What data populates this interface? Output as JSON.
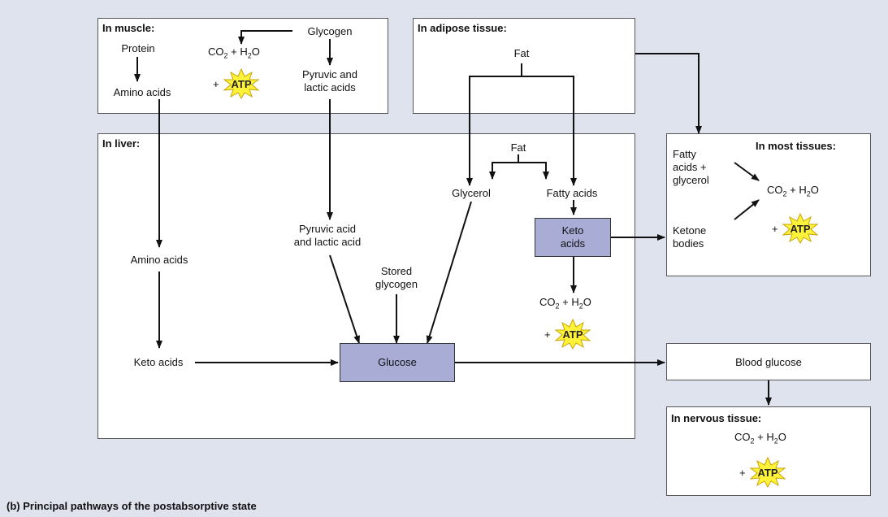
{
  "caption": "(b) Principal pathways of the postabsorptive state",
  "colors": {
    "background": "#dfe3ee",
    "box": "#ffffff",
    "process_box": "#a9add6",
    "atp_star": "#fff23a"
  },
  "muscle": {
    "title": "In muscle:",
    "protein": "Protein",
    "glycogen": "Glycogen",
    "amino_acids": "Amino acids",
    "pyruvic": "Pyruvic and\nlactic acids",
    "plus": "+",
    "atp": "ATP"
  },
  "adipose": {
    "title": "In adipose tissue:",
    "fat": "Fat"
  },
  "liver": {
    "title": "In liver:",
    "fat": "Fat",
    "glycerol": "Glycerol",
    "fatty_acids": "Fatty acids",
    "keto_box": "Keto\nacids",
    "pyruvic": "Pyruvic acid\nand lactic acid",
    "amino_acids": "Amino acids",
    "stored_glycogen": "Stored\nglycogen",
    "keto_acids": "Keto acids",
    "glucose": "Glucose",
    "plus": "+",
    "atp": "ATP"
  },
  "most_tissues": {
    "title": "In most tissues:",
    "fatty": "Fatty\nacids +\nglycerol",
    "ketone": "Ketone\nbodies",
    "plus": "+",
    "atp": "ATP"
  },
  "blood": {
    "label": "Blood glucose"
  },
  "nervous": {
    "title": "In nervous tissue:",
    "plus": "+",
    "atp": "ATP"
  }
}
